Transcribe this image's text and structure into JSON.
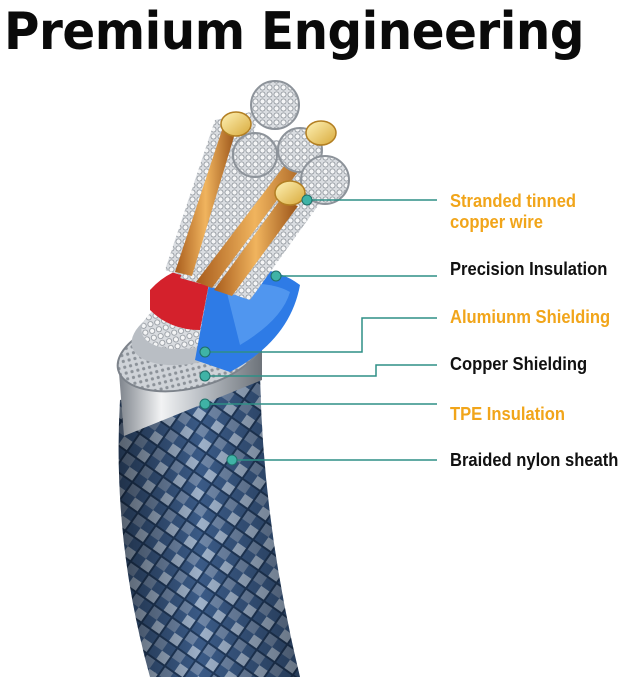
{
  "title": "Premium Engineering",
  "colors": {
    "accent_gold": "#f1a51a",
    "text_black": "#111111",
    "leader_line": "#2e8f86",
    "sheath_blue": "#3d5f8c",
    "insulation_blue": "#2e7be6",
    "insulation_red": "#d4212c",
    "copper": "#d9913a",
    "silver": "#c9cdd2"
  },
  "layers": [
    {
      "line1": "Stranded tinned",
      "line2": "copper wire",
      "color": "gold"
    },
    {
      "line1": "Precision Insulation",
      "line2": "",
      "color": "black"
    },
    {
      "line1": "Alumiunm Shielding",
      "line2": "",
      "color": "gold"
    },
    {
      "line1": "Copper Shielding",
      "line2": "",
      "color": "black"
    },
    {
      "line1": "TPE Insulation",
      "line2": "",
      "color": "gold"
    },
    {
      "line1": "Braided nylon sheath",
      "line2": "",
      "color": "black"
    }
  ]
}
